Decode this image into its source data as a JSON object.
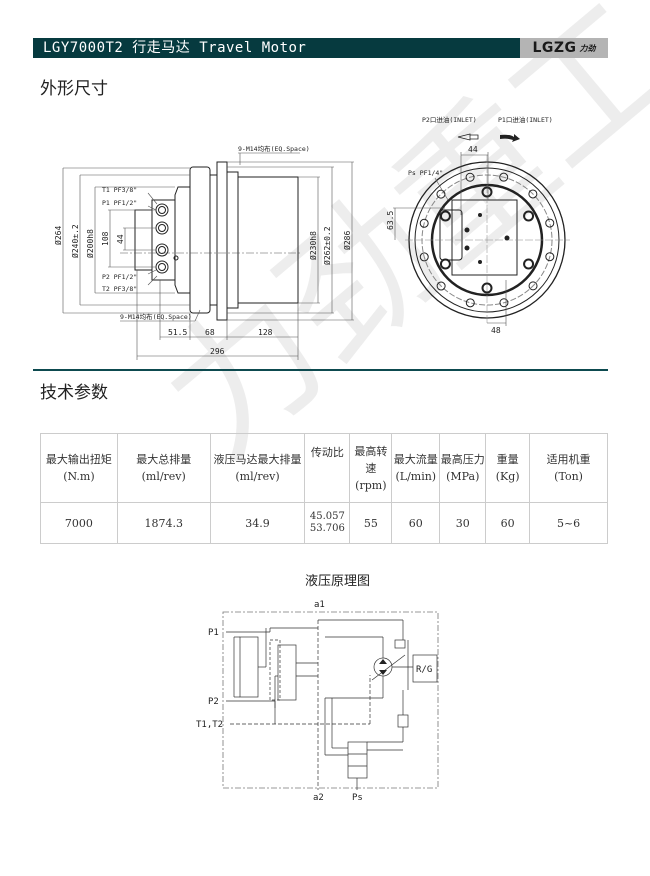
{
  "header": {
    "title": "LGY7000T2 行走马达  Travel Motor",
    "logo_main": "LGZG",
    "logo_sub": "力劲"
  },
  "sections": {
    "dimensions": "外形尺寸",
    "specs": "技术参数",
    "hydraulic": "液压原理图"
  },
  "side_view": {
    "bolt_top": "9-M14均布(EQ.Space)",
    "bolt_bottom": "9-M14均布(EQ.Space)",
    "port_t1": "T1 PF3/8\"",
    "port_p1": "P1 PF1/2\"",
    "port_p2": "P2 PF1/2\"",
    "port_t2": "T2 PF3/8\"",
    "d264": "Ø264",
    "d240": "Ø240±.2",
    "d200": "Ø200h8",
    "d108": "108",
    "d44": "44",
    "d230": "Ø230h8",
    "d262": "Ø262±0.2",
    "d286": "Ø286",
    "l515": "51.5",
    "l68": "68",
    "l128": "128",
    "l296": "296"
  },
  "end_view": {
    "p2_inlet": "P2口进油(INLET)",
    "p1_inlet": "P1口进油(INLET)",
    "d44": "44",
    "ps_port": "Ps PF1/4\"",
    "d635": "63.5",
    "d48": "48"
  },
  "spec_table": {
    "headers": [
      {
        "name": "最大输出扭矩",
        "unit": "(N.m)"
      },
      {
        "name": "最大总排量",
        "unit": "(ml/rev)"
      },
      {
        "name": "液压马达最大排量",
        "unit": "(ml/rev)"
      },
      {
        "name": "传动比",
        "unit": ""
      },
      {
        "name": "最高转速",
        "unit": "(rpm)"
      },
      {
        "name": "最大流量",
        "unit": "(L/min)"
      },
      {
        "name": "最高压力",
        "unit": "(MPa)"
      },
      {
        "name": "重量",
        "unit": "(Kg)"
      },
      {
        "name": "适用机重",
        "unit": "(Ton)"
      }
    ],
    "values": [
      "7000",
      "1874.3",
      "34.9",
      "45.057",
      "55",
      "60",
      "30",
      "60",
      "5~6"
    ],
    "ratio_2": "53.706"
  },
  "schematic": {
    "a1": "a1",
    "a2": "a2",
    "p1": "P1",
    "p2": "P2",
    "t1t2": "T1,T2",
    "ps": "Ps",
    "rg": "R/G"
  },
  "watermark": "力劲重工"
}
